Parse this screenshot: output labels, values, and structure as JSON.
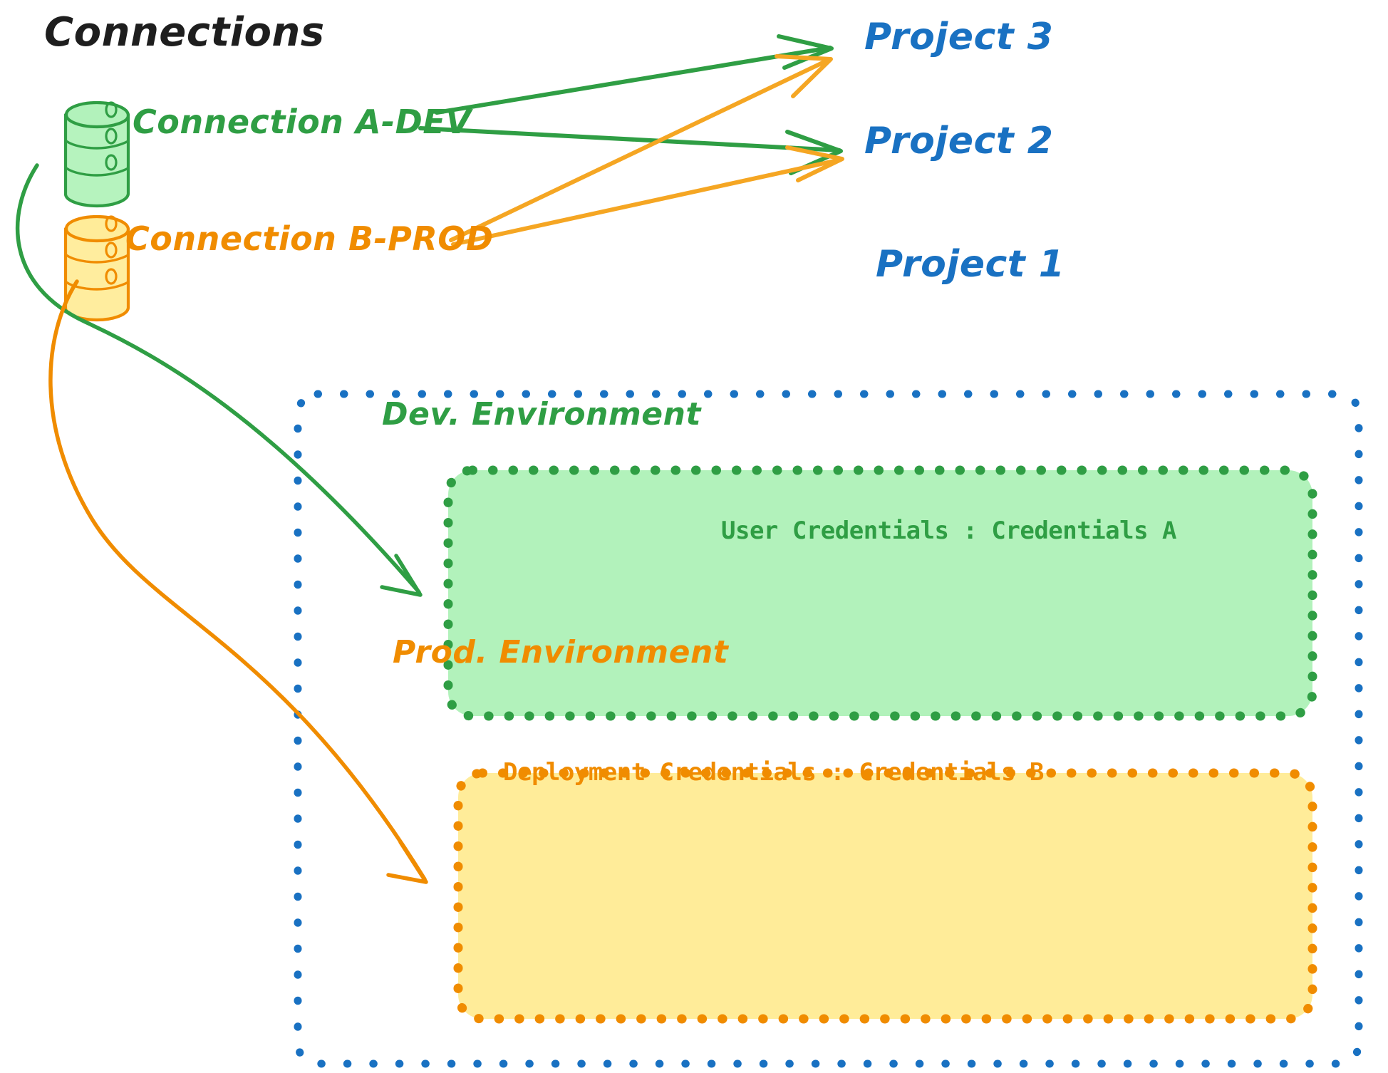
{
  "diagram": {
    "title": "Connections",
    "title_color": "#1e1e1e",
    "background": "#ffffff",
    "colors": {
      "green_stroke": "#2f9e44",
      "green_fill": "#b2f2bb",
      "orange_stroke": "#f08c00",
      "orange_fill": "#ffec99",
      "blue_stroke": "#1971c2",
      "black": "#1e1e1e"
    }
  },
  "connections": [
    {
      "id": "connection-a-dev",
      "label": "Connection A-DEV",
      "color": "#2f9e44",
      "fill": "#b2f2bb",
      "icon": "database-cylinder-icon"
    },
    {
      "id": "connection-b-prod",
      "label": "Connection B-PROD",
      "color": "#f08c00",
      "fill": "#ffec99",
      "icon": "database-cylinder-icon"
    }
  ],
  "projects": [
    {
      "id": "project-3",
      "label": "Project 3",
      "color": "#1971c2"
    },
    {
      "id": "project-2",
      "label": "Project 2",
      "color": "#1971c2"
    },
    {
      "id": "project-1",
      "label": "Project 1",
      "color": "#1971c2"
    }
  ],
  "project1_container": {
    "border_style": "dotted",
    "border_color": "#1971c2"
  },
  "environments": [
    {
      "id": "dev-environment",
      "title": "Dev. Environment",
      "credentials_label": "User Credentials : Credentials A",
      "stroke": "#2f9e44",
      "fill": "#b2f2bb"
    },
    {
      "id": "prod-environment",
      "title": "Prod. Environment",
      "credentials_label": "Deployment Credentials : Credentials B",
      "stroke": "#f08c00",
      "fill": "#ffec99"
    }
  ],
  "arrows": [
    {
      "id": "arrow-a-to-project3",
      "from": "connection-a-dev",
      "to": "project-3",
      "color": "#2f9e44",
      "style": "straight"
    },
    {
      "id": "arrow-a-to-project2",
      "from": "connection-a-dev",
      "to": "project-2",
      "color": "#2f9e44",
      "style": "straight"
    },
    {
      "id": "arrow-b-to-project3",
      "from": "connection-b-prod",
      "to": "project-3",
      "color": "#f5a623",
      "style": "straight"
    },
    {
      "id": "arrow-b-to-project2",
      "from": "connection-b-prod",
      "to": "project-2",
      "color": "#f5a623",
      "style": "straight"
    },
    {
      "id": "arrow-a-to-dev-env",
      "from": "connection-a-dev",
      "to": "dev-environment",
      "color": "#2f9e44",
      "style": "curved"
    },
    {
      "id": "arrow-b-to-prod-env",
      "from": "connection-b-prod",
      "to": "prod-environment",
      "color": "#f08c00",
      "style": "curved"
    }
  ]
}
